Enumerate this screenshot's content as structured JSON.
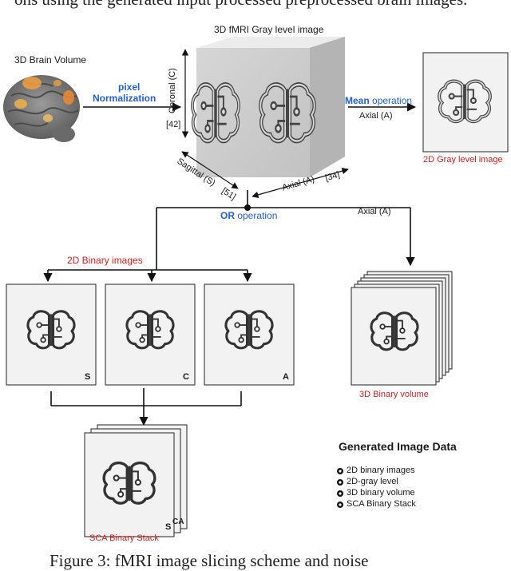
{
  "top_caption": "ons using the generated input processed preprocessed brain images.",
  "brain_volume": {
    "title": "3D Brain Volume"
  },
  "normalization": {
    "line1": "pixel",
    "line2": "Normalization"
  },
  "cube": {
    "title": "3D fMRI Gray level image",
    "coronal": "Coronal (C)",
    "coronal_dim": "[42]",
    "sagittal": "Sagittal (S)",
    "sagittal_dim": "[51]",
    "axial": "Axial (A)",
    "axial_dim": "[34]"
  },
  "mean": {
    "bold": "Mean",
    "rest": " operation",
    "axial": "Axial (A)"
  },
  "gray_image_label": "2D Gray level image",
  "or_op": {
    "bold": "OR",
    "rest": " operation"
  },
  "axial_right": "Axial (A)",
  "binary_images_label": "2D Binary images",
  "panel_tags": [
    "S",
    "C",
    "A"
  ],
  "binary_volume_label": "3D Binary volume",
  "stack": {
    "label": "SCA Binary Stack",
    "tag_front": "S",
    "tag_back": "CA"
  },
  "legend": {
    "title": "Generated Image Data",
    "items": [
      "2D binary images",
      "2D-gray level",
      "3D binary volume",
      "SCA Binary Stack"
    ]
  },
  "bottom_caption": "Figure 3: fMRI image slicing scheme and noise"
}
